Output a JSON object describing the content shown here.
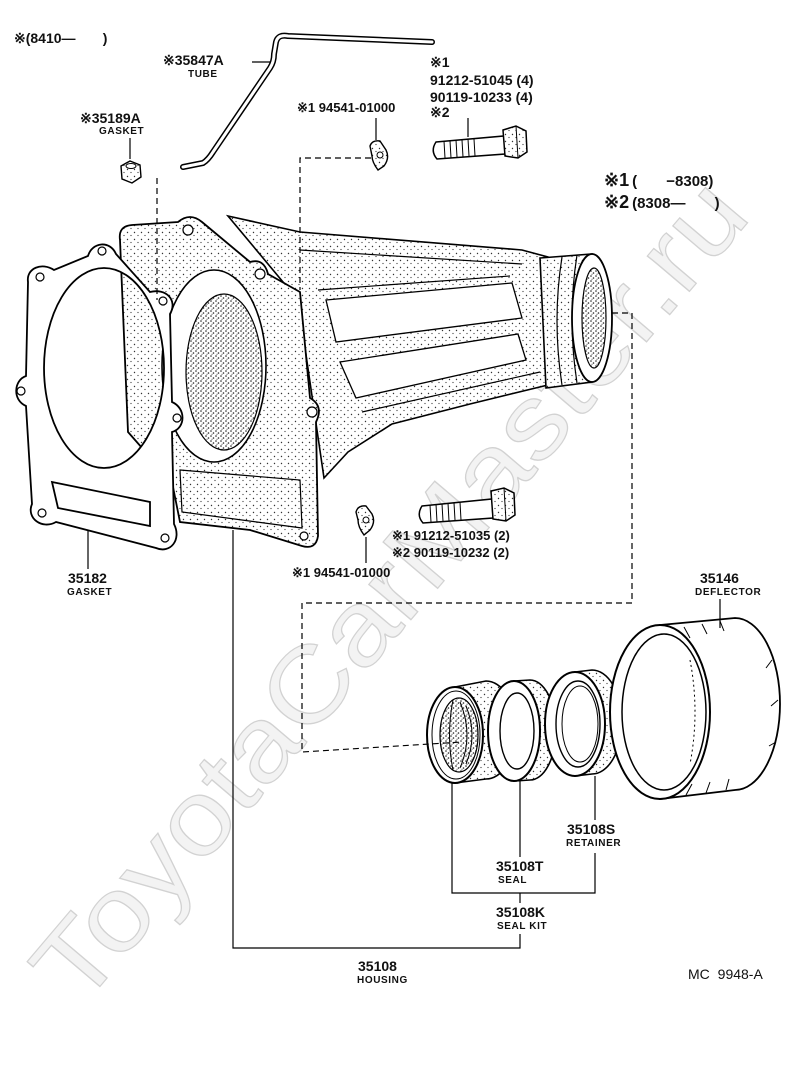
{
  "diagram": {
    "watermark": "ToyotaCarMaster.ru",
    "drawing_code": "MC 9948-A",
    "applicability_note": "※(8410—       )",
    "legend": {
      "mark_1": "※1",
      "range_1": "(       −8308)",
      "mark_2": "※2",
      "range_2": "(8308—       )"
    },
    "parts": {
      "tube": {
        "number": "※35847A",
        "name": "TUBE"
      },
      "gasket_fitting": {
        "number": "※35189A",
        "name": "GASKET"
      },
      "lock_plate_top": {
        "number": "※1 94541-01000"
      },
      "bolt_top": {
        "mark_1": "※1",
        "number_1": "91212-51045 (4)",
        "number_2": "90119-10233 (4)",
        "mark_2": "※2"
      },
      "gasket": {
        "number": "35182",
        "name": "GASKET"
      },
      "bolt_bottom": {
        "number_1": "※1 91212-51035 (2)",
        "number_2": "※2 90119-10232 (2)"
      },
      "lock_plate_bottom": {
        "number": "※1 94541-01000"
      },
      "deflector": {
        "number": "35146",
        "name": "DEFLECTOR"
      },
      "retainer": {
        "number": "35108S",
        "name": "RETAINER"
      },
      "seal": {
        "number": "35108T",
        "name": "SEAL"
      },
      "seal_kit": {
        "number": "35108K",
        "name": "SEAL KIT"
      },
      "housing": {
        "number": "35108",
        "name": "HOUSING"
      }
    }
  }
}
